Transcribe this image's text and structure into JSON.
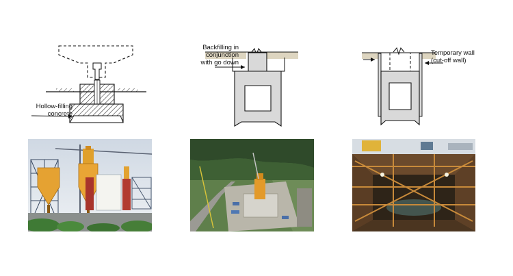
{
  "panels": [
    {
      "id": "hollow-footing",
      "annotation": [
        "Hollow-filling",
        "concrete"
      ]
    },
    {
      "id": "backfilled-footing",
      "annotation": [
        "Backfilling in",
        "conjunction",
        "with go down"
      ]
    },
    {
      "id": "temporary-wall-footing",
      "annotation": [
        "Temporary wall",
        "(cut-off wall)"
      ]
    }
  ],
  "photos": [
    {
      "id": "photo-plant",
      "subject": "steel-frame-plant-with-orange-silos"
    },
    {
      "id": "photo-aerial-site",
      "subject": "aerial-construction-site-in-valley"
    },
    {
      "id": "photo-excavation-pit",
      "subject": "braced-excavation-pit-with-struts"
    }
  ],
  "colors": {
    "concrete_fill": "#d9d9d9",
    "ground_fill": "#ddd5c0",
    "hatch": "#222222",
    "line": "#111111"
  }
}
